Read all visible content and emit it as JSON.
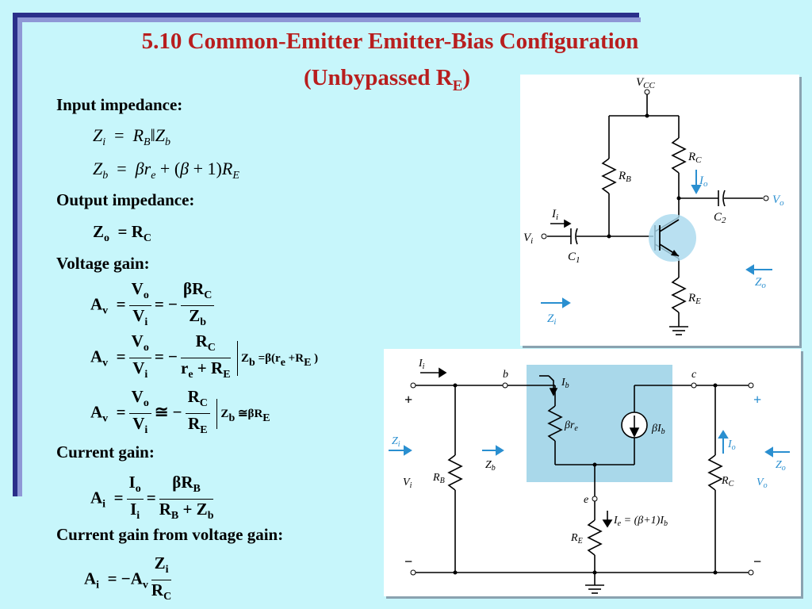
{
  "title_line1": "5.10 Common-Emitter Emitter-Bias Configuration",
  "title_line2": "(Unbypassed R",
  "title_line2_sub": "E",
  "title_line2_end": ")",
  "headings": {
    "input": "Input impedance:",
    "output": "Output impedance:",
    "voltage": "Voltage gain:",
    "current": "Current gain:",
    "current_from_voltage": "Current gain from voltage gain:"
  },
  "eq": {
    "zi": "Zi = RB || Zb",
    "zb": "Zb = βre + (β + 1)RE",
    "zo": "Zo = RC",
    "av1": "Av = Vo/Vi = −βRC/Zb",
    "av2": "Av = Vo/Vi = −RC/(re + RE) | Zb = β(re + RE)",
    "av3": "Av = Vo/Vi ≅ −RC/RE | Zb ≅ βRE",
    "ai1": "Ai = Io/Ii = βRB/(RB + Zb)",
    "ai2": "Ai = −Av Zi/RC"
  },
  "circuit1": {
    "labels": [
      "VCC",
      "RC",
      "Io",
      "Vo",
      "C2",
      "RB",
      "Ii",
      "Vi",
      "C1",
      "RE",
      "Zo",
      "Zi"
    ]
  },
  "circuit2": {
    "labels": [
      "Ii",
      "b",
      "c",
      "+",
      "Ib",
      "βre",
      "βIb",
      "Zi",
      "Zb",
      "Io",
      "Zo",
      "Vi",
      "RB",
      "RC",
      "Vo",
      "e",
      "Ie = (β+1)Ib",
      "RE",
      "−",
      "−",
      "+"
    ]
  },
  "colors": {
    "title": "#b81e1e",
    "background": "#c7f6fb",
    "arrow": "#2a8fd0",
    "box": "#a9d8ea"
  }
}
